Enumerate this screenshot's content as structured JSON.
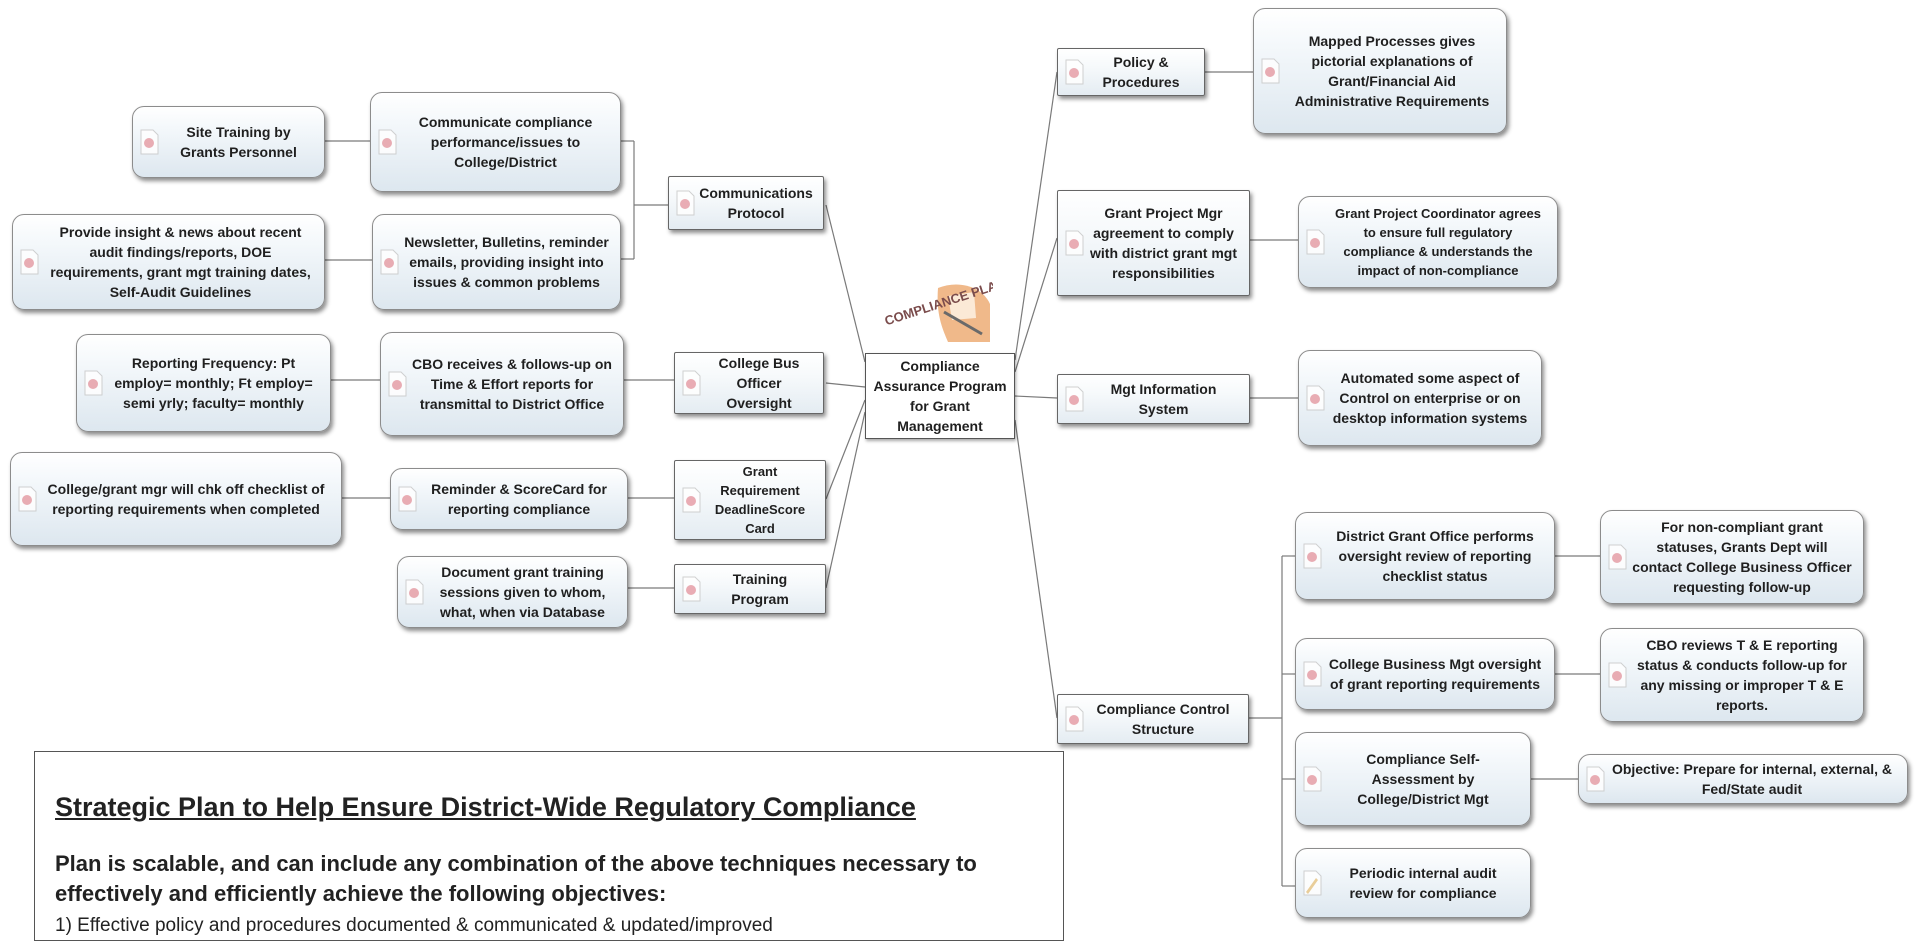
{
  "central": {
    "label": "Compliance Assurance Program for Grant Management",
    "image_text": "COMPLIANCE PLAN"
  },
  "nodes": {
    "policy": "Policy & Procedures",
    "mapped": "Mapped Processes gives pictorial explanations of Grant/Financial Aid Administrative Requirements",
    "gpm": "Grant Project Mgr agreement to comply with district grant mgt responsibilities",
    "gpc": "Grant Project Coordinator agrees to ensure full regulatory compliance & understands the impact of non-compliance",
    "mis": "Mgt Information System",
    "auto": "Automated some aspect of Control on enterprise or on desktop information systems",
    "ccs": "Compliance Control Structure",
    "dgo": "District Grant Office performs oversight review of reporting checklist status",
    "noncomp": "For non-compliant grant statuses, Grants Dept will contact College Business Officer requesting follow-up",
    "cbm": "College Business Mgt oversight of grant reporting requirements",
    "cbo_te": "CBO reviews T & E reporting status & conducts follow-up for any missing or improper T & E reports.",
    "selfassess": "Compliance Self-Assessment by College/District Mgt",
    "objective": "Objective:  Prepare for internal, external, & Fed/State  audit",
    "periodic": "Periodic internal audit review for compliance",
    "comm": "Communications Protocol",
    "communicate": "Communicate  compliance performance/issues  to College/District",
    "site": "Site Training by Grants Personnel",
    "newsletter": "Newsletter, Bulletins, reminder emails, providing insight into issues & common problems",
    "insight": "Provide insight & news about recent audit findings/reports, DOE requirements, grant mgt training dates, Self-Audit Guidelines",
    "cbo_oversight": "College Bus Officer Oversight",
    "cbo_receives": "CBO receives & follows-up on Time & Effort reports for transmittal to District Office",
    "freq": "Reporting Frequency: Pt employ= monthly; Ft employ= semi yrly; faculty= monthly",
    "grant_req": "Grant Requirement DeadlineScore Card",
    "reminder": "Reminder & ScoreCard for reporting compliance",
    "checklist": "College/grant mgr will chk off checklist of reporting requirements when completed",
    "training": "Training Program",
    "document": "Document grant training sessions given to whom, what, when via Database"
  },
  "textbox": {
    "title": "Strategic Plan to Help Ensure District-Wide Regulatory Compliance",
    "intro": "Plan is scalable, and can include any combination of the above techniques necessary to effectively and efficiently achieve the following objectives:",
    "item1": "1)  Effective policy and procedures documented & communicated & updated/improved"
  },
  "colors": {
    "line": "#7a7a7a",
    "border": "#8c8c8c",
    "node_fill": "#dde7ef",
    "icon": "#e8a0a8"
  }
}
